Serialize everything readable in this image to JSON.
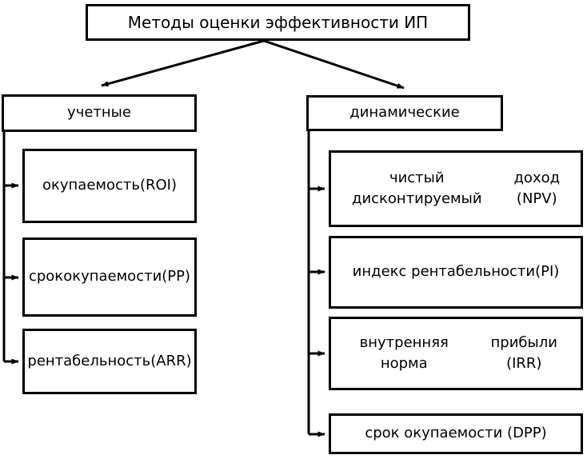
{
  "diagram": {
    "type": "tree-flowchart",
    "title_node": {
      "label": "Методы оценки эффективности ИП"
    },
    "branches": [
      {
        "id": "accounting",
        "label": "учетные",
        "leaves": [
          {
            "id": "roi",
            "label": "окупаемость\n(ROI)"
          },
          {
            "id": "pp",
            "label": "срок\nокупаемости\n(PP)"
          },
          {
            "id": "arr",
            "label": "рентабельность\n(ARR)"
          }
        ]
      },
      {
        "id": "dynamic",
        "label": "динамические",
        "leaves": [
          {
            "id": "npv",
            "label": "чистый дисконтируемый\nдоход (NPV)"
          },
          {
            "id": "pi",
            "label": "индекс рентабельности\n(PI)"
          },
          {
            "id": "irr",
            "label": "внутренняя норма\nприбыли (IRR)"
          },
          {
            "id": "dpp",
            "label": "срок окупаемости (DPP)"
          }
        ]
      }
    ],
    "colors": {
      "stroke": "#000000",
      "fill": "#ffffff",
      "text": "#000000"
    }
  }
}
